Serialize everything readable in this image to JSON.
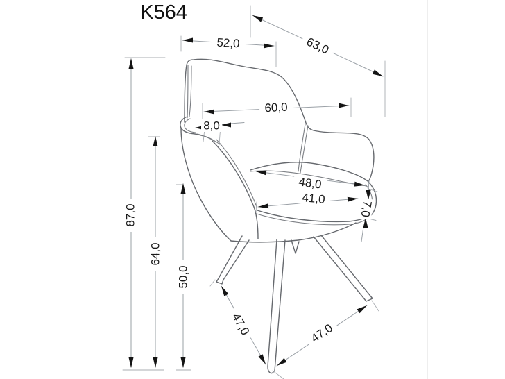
{
  "page": {
    "background": "#ffffff",
    "edge_line_color": "#e9e9e9"
  },
  "title": "K564",
  "drawing_subject": "upholstered armchair with four splayed legs, front three-quarter view",
  "palette": {
    "chair_line": "#66696e",
    "dimension_line": "#9aa0a6",
    "arrow": "#141414",
    "label_text": "#1a1a1a"
  },
  "dimensions": {
    "backrest_top_width": "52,0",
    "total_depth": "63,0",
    "backrest_width": "60,0",
    "armrest_thickness": "8,0",
    "seat_depth_outer": "48,0",
    "seat_depth_inner": "41,0",
    "seat_cushion_thickness": "7,0",
    "total_height": "87,0",
    "armrest_height": "64,0",
    "seat_height": "50,0",
    "front_left_leg_span": "47,0",
    "front_right_leg_span": "47,0"
  }
}
